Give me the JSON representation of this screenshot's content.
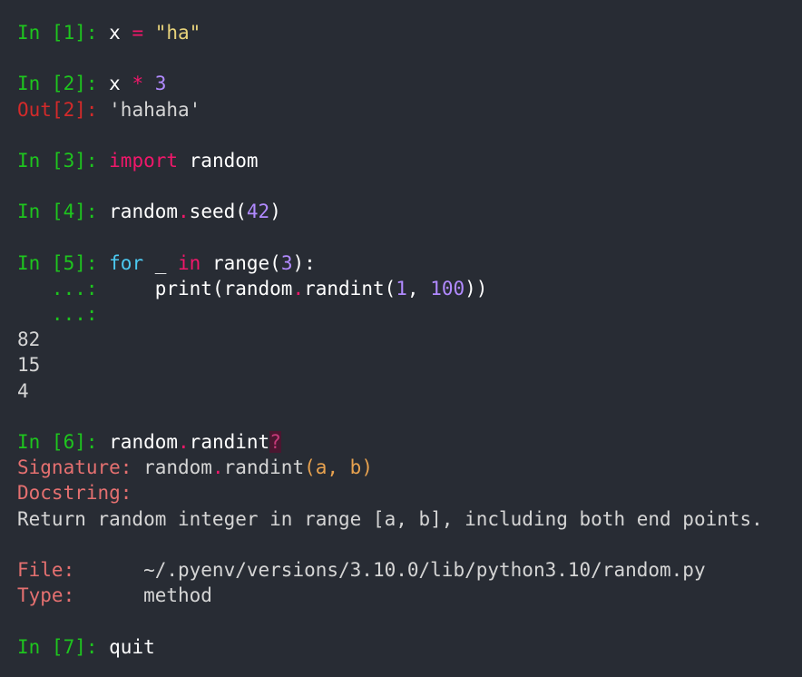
{
  "cells": {
    "c1": {
      "prompt": "In [1]: ",
      "var": "x",
      "op": " = ",
      "str": "\"ha\""
    },
    "c2": {
      "prompt": "In [2]: ",
      "var": "x",
      "op": " * ",
      "num": "3",
      "out_prompt": "Out[2]: ",
      "out_value": "'hahaha'"
    },
    "c3": {
      "prompt": "In [3]: ",
      "kw": "import",
      "rest": " random"
    },
    "c4": {
      "prompt": "In [4]: ",
      "obj": "random",
      "dot": ".",
      "func": "seed(",
      "num": "42",
      "close": ")"
    },
    "c5": {
      "prompt": "In [5]: ",
      "kw_for": "for",
      "mid1": " _ ",
      "kw_in": "in",
      "mid2": " range(",
      "num": "3",
      "end": "):",
      "cont1": "   ...: ",
      "body1": "    print(random",
      "dot": ".",
      "body2": "randint(",
      "n1": "1",
      "comma": ", ",
      "n2": "100",
      "body3": "))",
      "cont2": "   ...:",
      "outputs": [
        "82",
        "15",
        "4"
      ]
    },
    "c6": {
      "prompt": "In [6]: ",
      "obj": "random",
      "dot": ".",
      "func": "randint",
      "qmark": "?",
      "sig_label": "Signature: ",
      "sig_obj": "random",
      "sig_dot": ".",
      "sig_func": "randint",
      "sig_args": "(a, b)",
      "doc_label": "Docstring:",
      "doc_text": "Return random integer in range [a, b], including both end points.",
      "file_label": "File:      ",
      "file_value": "~/.pyenv/versions/3.10.0/lib/python3.10/random.py",
      "type_label": "Type:      ",
      "type_value": "method"
    },
    "c7": {
      "prompt": "In [7]: ",
      "cmd": "quit"
    }
  }
}
